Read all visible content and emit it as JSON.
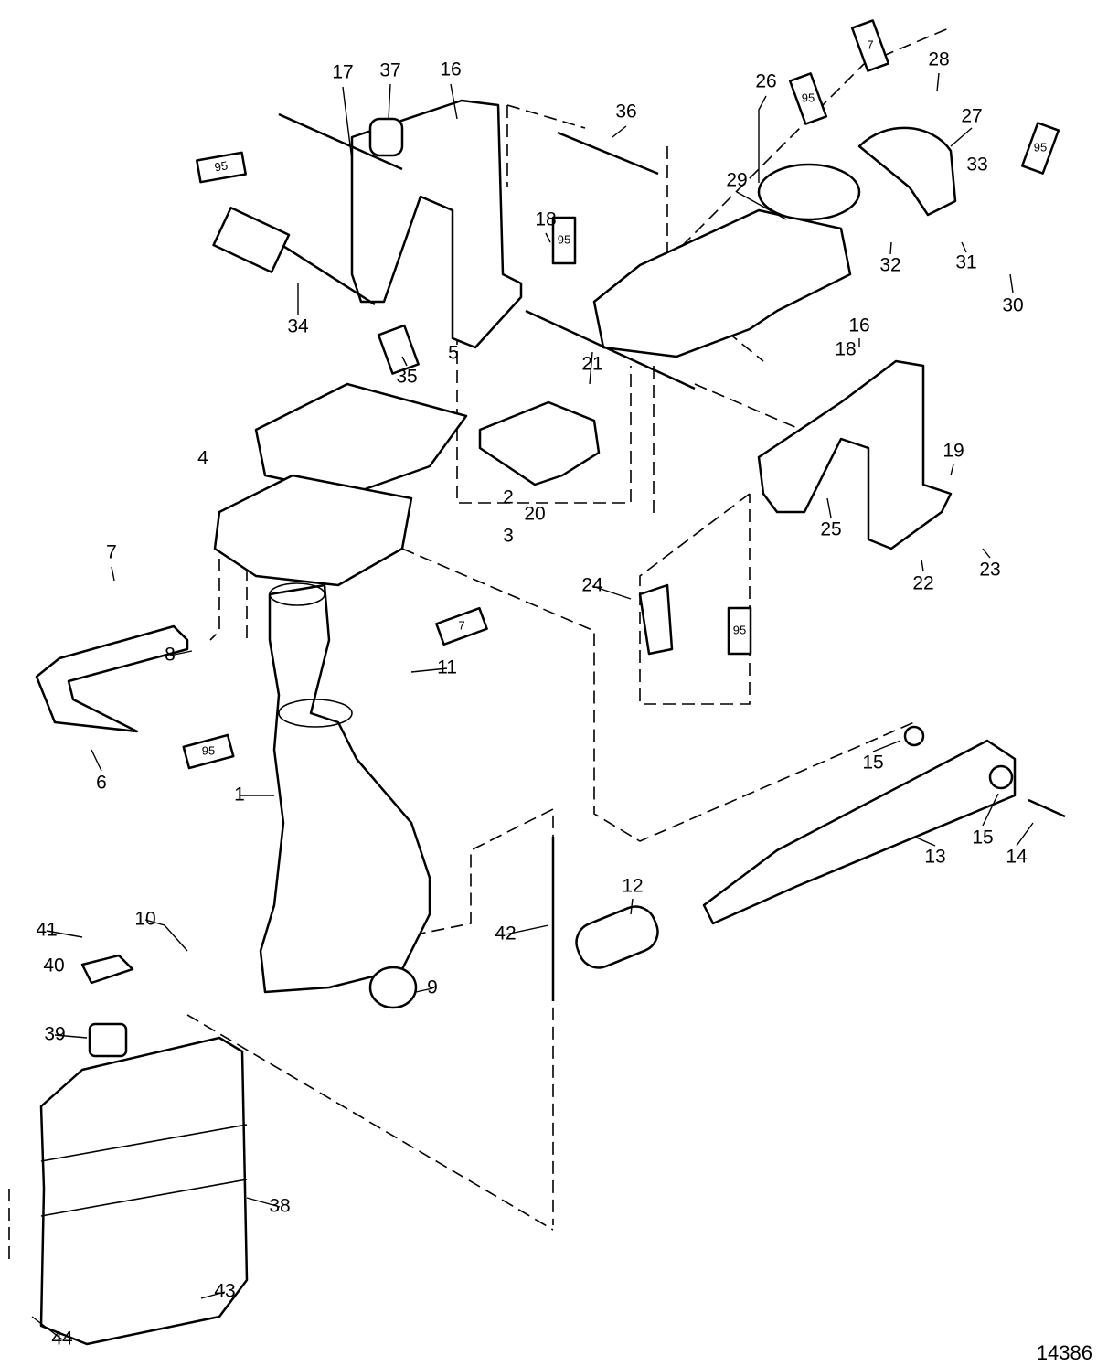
{
  "diagram": {
    "figure_number": "14386",
    "callouts": [
      "17",
      "37",
      "16",
      "36",
      "26",
      "28",
      "27",
      "33",
      "29",
      "32",
      "31",
      "30",
      "18",
      "34",
      "35",
      "5",
      "21",
      "16",
      "18",
      "4",
      "2",
      "3",
      "20",
      "19",
      "25",
      "24",
      "22",
      "23",
      "7",
      "8",
      "11",
      "6",
      "1",
      "15",
      "15",
      "14",
      "13",
      "12",
      "10",
      "41",
      "40",
      "9",
      "42",
      "39",
      "38",
      "43",
      "44"
    ],
    "sealant_tubes": [
      "95",
      "7",
      "95",
      "95",
      "95",
      "7",
      "95",
      "95"
    ]
  }
}
